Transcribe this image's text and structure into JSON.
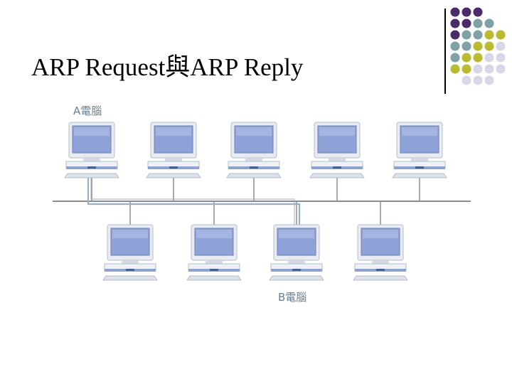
{
  "slide": {
    "title": "ARP Request與ARP Reply"
  },
  "labels": {
    "computer_a": "A電腦",
    "computer_b": "B電腦"
  },
  "colors": {
    "purple": "#4b2a6b",
    "teal": "#7fa0a5",
    "olive": "#b8bc2c",
    "lavender": "#d7d6e6",
    "bus": "#8c8c8c",
    "highlight_path": "#9aaec4"
  },
  "network": {
    "top_row_computers": 5,
    "bottom_row_computers": 4
  }
}
